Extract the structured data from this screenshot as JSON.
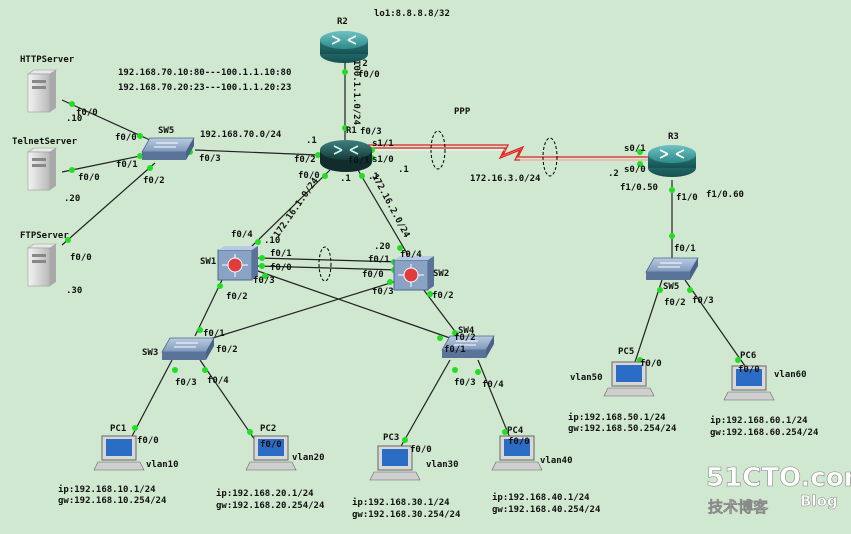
{
  "devices": {
    "r2": "R2",
    "r1": "R1",
    "r3": "R3",
    "sw5_left": "SW5",
    "sw5_right": "SW5",
    "sw1": "SW1",
    "sw2": "SW2",
    "sw3": "SW3",
    "sw4": "SW4",
    "http": "HTTPServer",
    "telnet": "TelnetServer",
    "ftp": "FTPServer",
    "pc1": "PC1",
    "pc2": "PC2",
    "pc3": "PC3",
    "pc4": "PC4",
    "pc5": "PC5",
    "pc6": "PC6"
  },
  "annotations": {
    "lo1": "lo1:8.8.8.8/32",
    "nat1": "192.168.70.10:80---100.1.1.10:80",
    "nat2": "192.168.70.20:23---100.1.1.20:23",
    "net70": "192.168.70.0/24",
    "net100": "100.1.1.0/24",
    "net172_1": "172.16.1.0/24",
    "net172_2": "172.16.2.0/24",
    "net172_3": "172.16.3.0/24",
    "ppp": "PPP"
  },
  "ports": {
    "r2_f00": "f0/0",
    "r2_ip": ".2",
    "r1_f03": "f0/3",
    "r1_s11": "s1/1",
    "r1_s10": "s1/0",
    "r1_f02": "f0/2",
    "r1_f00": "f0/0",
    "r1_f01": "f0/1",
    "r1_d1a": ".1",
    "r1_d1b": ".1",
    "r1_d1c": ".1",
    "r1_d1d": ".1",
    "r3_s01": "s0/1",
    "r3_s00": "s0/0",
    "r3_d2": ".2",
    "r3_f10": "f1/0",
    "r3_f150": "f1/0.50",
    "r3_f160": "f1/0.60",
    "swl_f00": "f0/0",
    "swl_f01": "f0/1",
    "swl_f02": "f0/2",
    "swl_f03": "f0/3",
    "http_f00": "f0/0",
    "http_ip": ".10",
    "telnet_f00": "f0/0",
    "telnet_ip": ".20",
    "ftp_f00": "f0/0",
    "ftp_ip": ".30",
    "sw1_f04": "f0/4",
    "sw1_ip": ".10",
    "sw1_f01": "f0/1",
    "sw1_f00": "f0/0",
    "sw1_f03": "f0/3",
    "sw1_f02": "f0/2",
    "sw2_ip": ".20",
    "sw2_f04": "f0/4",
    "sw2_f01": "f0/1",
    "sw2_f00": "f0/0",
    "sw2_f03": "f0/3",
    "sw2_f02": "f0/2",
    "sw3_f01": "f0/1",
    "sw3_f02": "f0/2",
    "sw3_f03": "f0/3",
    "sw3_f04": "f0/4",
    "sw4_f02": "f0/2",
    "sw4_f01": "f0/1",
    "sw4_f03": "f0/3",
    "sw4_f04": "f0/4",
    "swr_f01": "f0/1",
    "swr_f02": "f0/2",
    "swr_f03": "f0/3",
    "pc1_f00": "f0/0",
    "pc2_f00": "f0/0",
    "pc3_f00": "f0/0",
    "pc4_f00": "f0/0",
    "pc5_f00": "f0/0",
    "pc6_f00": "f0/0"
  },
  "hosts": {
    "pc1": {
      "vlan": "vlan10",
      "ip": "ip:192.168.10.1/24",
      "gw": "gw:192.168.10.254/24"
    },
    "pc2": {
      "vlan": "vlan20",
      "ip": "ip:192.168.20.1/24",
      "gw": "gw:192.168.20.254/24"
    },
    "pc3": {
      "vlan": "vlan30",
      "ip": "ip:192.168.30.1/24",
      "gw": "gw:192.168.30.254/24"
    },
    "pc4": {
      "vlan": "vlan40",
      "ip": "ip:192.168.40.1/24",
      "gw": "gw:192.168.40.254/24"
    },
    "pc5": {
      "vlan": "vlan50",
      "ip": "ip:192.168.50.1/24",
      "gw": "gw:192.168.50.254/24"
    },
    "pc6": {
      "vlan": "vlan60",
      "ip": "ip:192.168.60.1/24",
      "gw": "gw:192.168.60.254/24"
    }
  },
  "watermark": {
    "brand": "51CTO.com",
    "cn": "技术博客",
    "blog": "Blog"
  },
  "colors": {
    "background": "#cfe8cf",
    "link": "#222222",
    "link_dot": "#22dd22",
    "serial": "#e02020",
    "router": "#2e8a8a",
    "switch": "#8aa2c4"
  }
}
